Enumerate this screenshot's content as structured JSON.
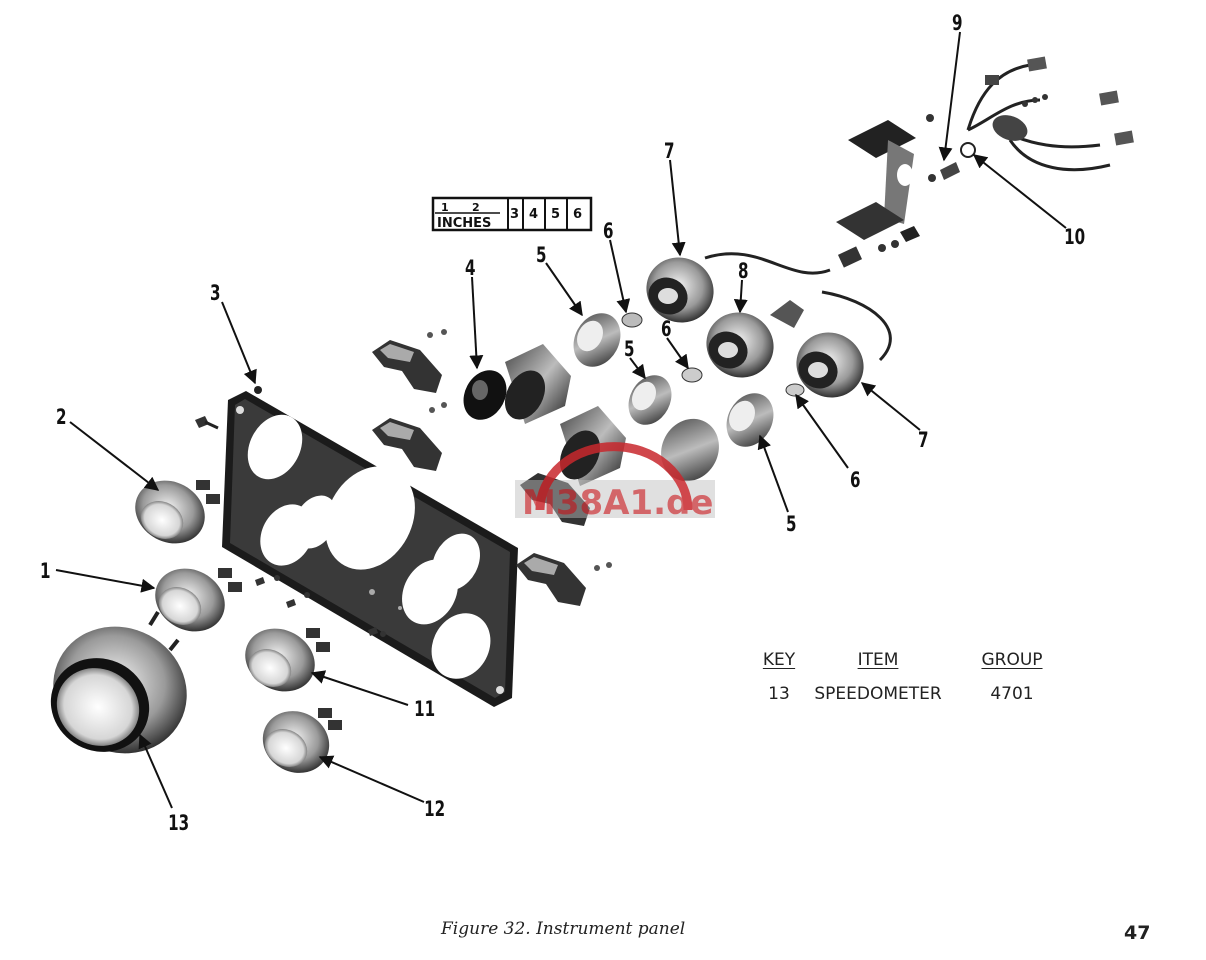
{
  "ruler": {
    "numbers": [
      "1",
      "2",
      "3",
      "4",
      "5",
      "6"
    ],
    "unit": "INCHES"
  },
  "callouts": {
    "c1": "1",
    "c2": "2",
    "c3": "3",
    "c4": "4",
    "c5a": "5",
    "c5b": "5",
    "c5c": "5",
    "c6a": "6",
    "c6b": "6",
    "c6c": "6",
    "c7a": "7",
    "c7b": "7",
    "c8": "8",
    "c9": "9",
    "c10": "10",
    "c11": "11",
    "c12": "12",
    "c13": "13"
  },
  "key_table": {
    "headers": {
      "key": "KEY",
      "item": "ITEM",
      "group": "GROUP"
    },
    "rows": [
      {
        "key": "13",
        "item": "SPEEDOMETER",
        "group": "4701"
      }
    ]
  },
  "watermark": "M38A1.de",
  "caption": "Figure 32. Instrument panel",
  "page_number": "47",
  "colors": {
    "ink": "#111111",
    "watermark": "#c8282d"
  }
}
